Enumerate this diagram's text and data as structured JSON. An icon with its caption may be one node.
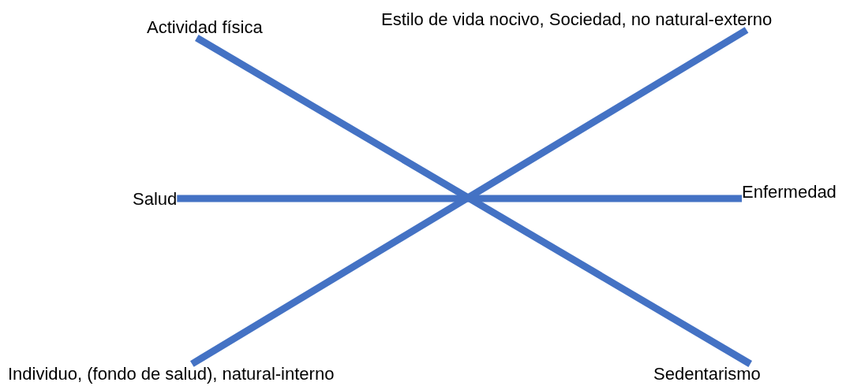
{
  "diagram": {
    "nodes": [
      {
        "text": [
          "Actividad física"
        ]
      },
      {
        "text": [
          "Estilo de vida nocivo, Sociedad, no natural-externo"
        ]
      },
      {
        "text": [
          "Salud"
        ]
      },
      {
        "text": [
          "Enfermedad"
        ]
      },
      {
        "text": [
          "Individuo, (fondo de salud), natural-interno"
        ]
      },
      {
        "text": [
          "Sedentarismo"
        ]
      }
    ],
    "edges": [
      {
        "from": 0,
        "to": 5,
        "arrow": "none"
      },
      {
        "from": 1,
        "to": 4,
        "arrow": "none"
      },
      {
        "from": 2,
        "to": 3,
        "arrow": "none"
      }
    ]
  }
}
